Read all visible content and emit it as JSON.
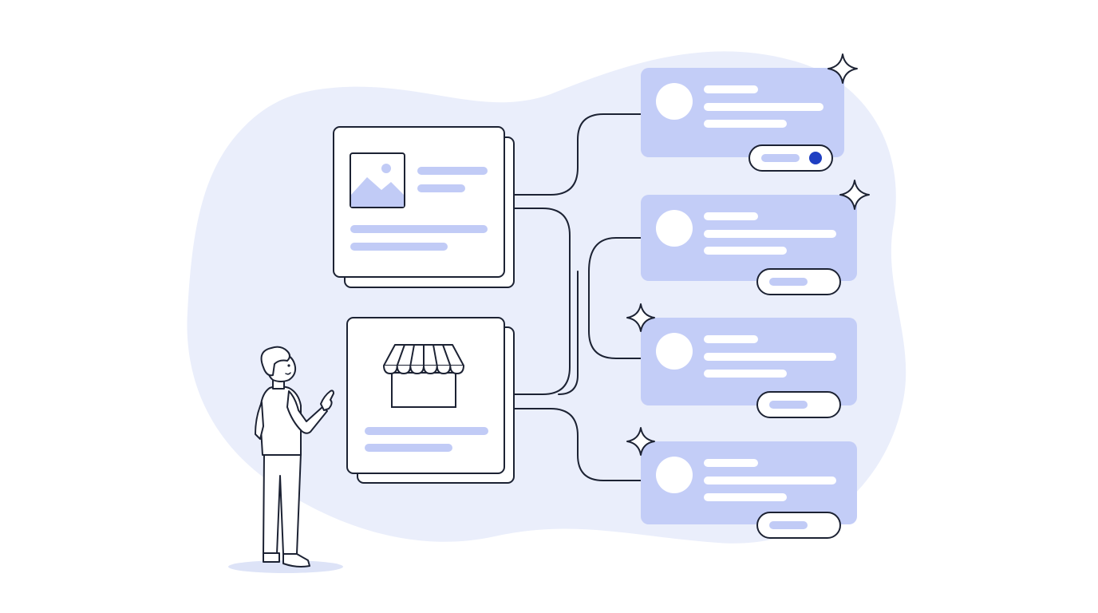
{
  "colors": {
    "background": "#ffffff",
    "blob": "#eaeefb",
    "ink": "#1c2233",
    "card_fill": "#ffffff",
    "placeholder_bar": "#c1cbf6",
    "result_card": "#c3cdf7",
    "result_card_line": "#ffffff",
    "toggle_knob": "#1f3fc2",
    "shadow": "#dde3f7"
  },
  "illustration": {
    "source_cards": [
      {
        "kind": "image-card",
        "icon": "image-icon",
        "stacked": true
      },
      {
        "kind": "store-card",
        "icon": "storefront-icon",
        "stacked": true
      }
    ],
    "result_cards": [
      {
        "toggle_state": "on"
      },
      {
        "toggle_state": "off"
      },
      {
        "toggle_state": "off"
      },
      {
        "toggle_state": "off"
      }
    ],
    "sparkle_count": 4,
    "person": {
      "pose": "pointing-at-cards"
    }
  }
}
